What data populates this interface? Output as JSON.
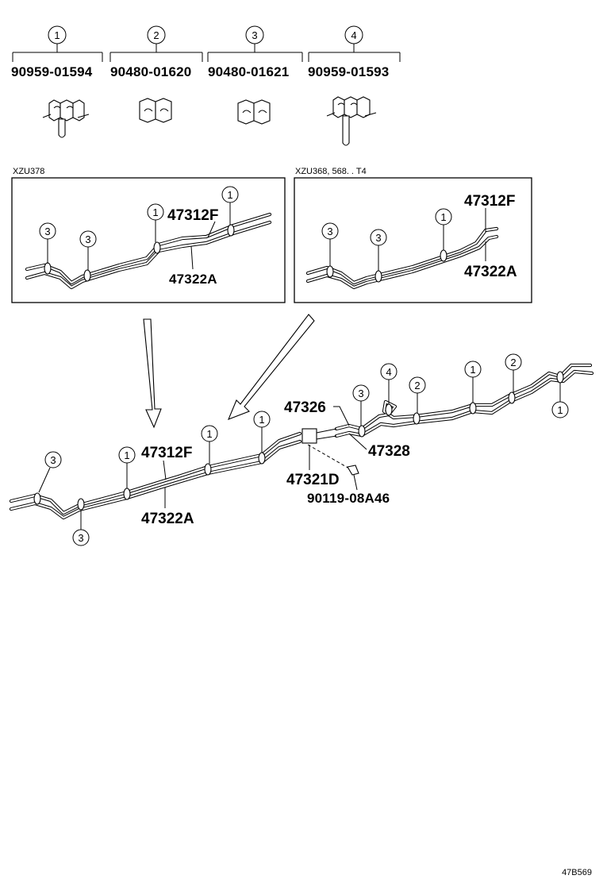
{
  "legend": [
    {
      "num": "1",
      "part": "90959-01594"
    },
    {
      "num": "2",
      "part": "90480-01620"
    },
    {
      "num": "3",
      "part": "90480-01621"
    },
    {
      "num": "4",
      "part": "90959-01593"
    }
  ],
  "inset_left": {
    "label": "XZU378",
    "part_upper": "47312F",
    "part_lower": "47322A",
    "callouts": [
      "3",
      "3",
      "1",
      "1"
    ]
  },
  "inset_right": {
    "label": "XZU368, 568. . T4",
    "part_upper": "47312F",
    "part_lower": "47322A",
    "callouts": [
      "3",
      "3",
      "1"
    ]
  },
  "main": {
    "part_upper": "47312F",
    "part_lower": "47322A",
    "part_47326": "47326",
    "part_47328": "47328",
    "part_47321D": "47321D",
    "part_bolt": "90119-08A46",
    "callouts_left": [
      "3",
      "3",
      "1",
      "1",
      "1"
    ],
    "callouts_right": [
      "3",
      "4",
      "2",
      "1",
      "2",
      "1"
    ]
  },
  "figure_code": "47B569"
}
